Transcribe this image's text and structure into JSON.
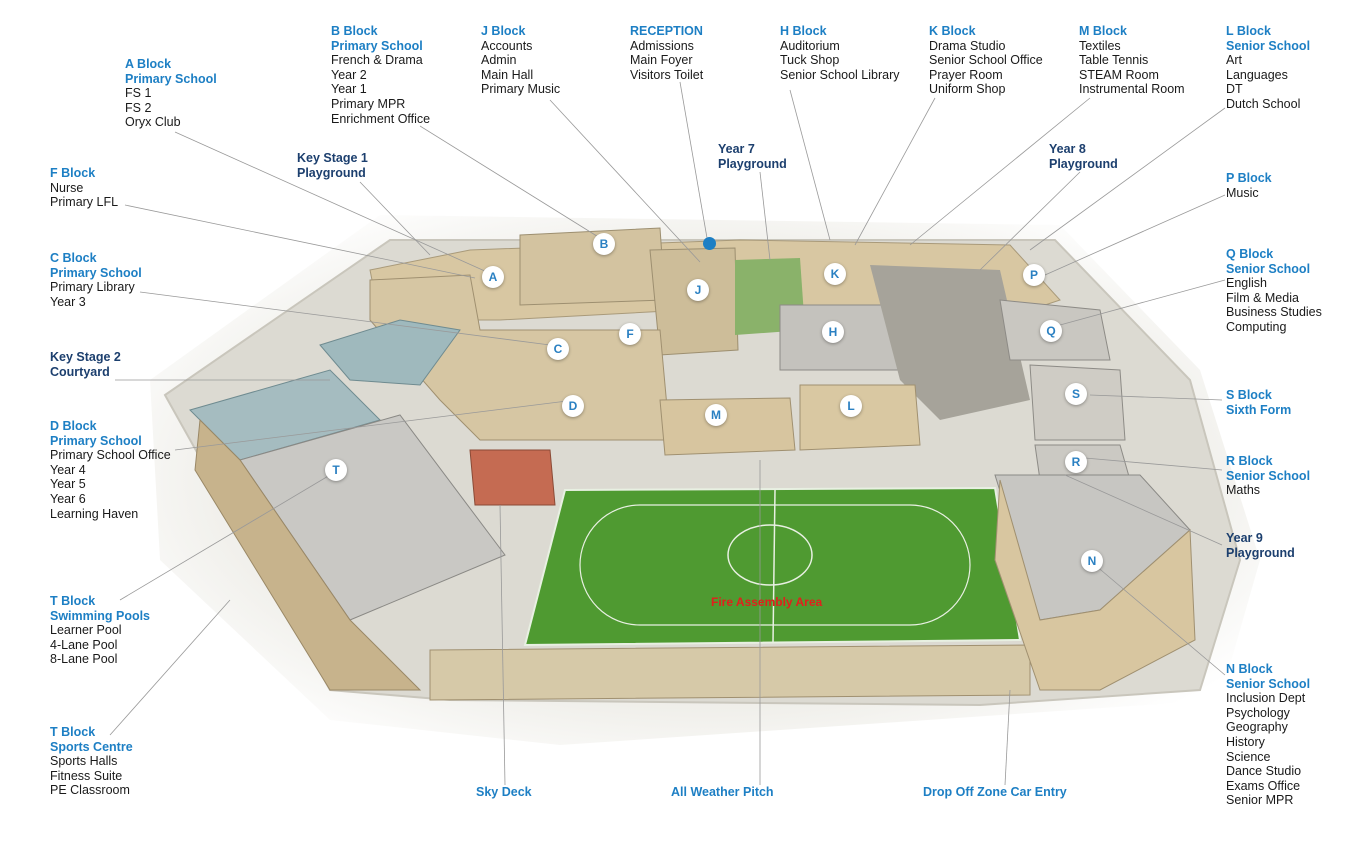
{
  "colors": {
    "block_heading": "#1d7fc4",
    "area_heading": "#1c3f6e",
    "assembly_text": "#e0201c",
    "pitch_green": "#4f9a31",
    "roof_grey": "#c8c8c4",
    "building_stone": "#d8c7a2"
  },
  "labels": [
    {
      "key": "a",
      "title": [
        "A Block",
        "Primary School"
      ],
      "items": [
        "FS 1",
        "FS 2",
        "Oryx Club"
      ]
    },
    {
      "key": "b",
      "title": [
        "B Block",
        "Primary School"
      ],
      "items": [
        "French & Drama",
        "Year 2",
        "Year 1",
        "Primary MPR",
        "Enrichment Office"
      ]
    },
    {
      "key": "j",
      "title": [
        "J Block"
      ],
      "items": [
        "Accounts",
        "Admin",
        "Main Hall",
        "Primary Music"
      ]
    },
    {
      "key": "reception",
      "title": [
        "RECEPTION"
      ],
      "items": [
        "Admissions",
        "Main Foyer",
        "Visitors Toilet"
      ]
    },
    {
      "key": "h",
      "title": [
        "H Block"
      ],
      "items": [
        "Auditorium",
        "Tuck Shop",
        "Senior School Library"
      ]
    },
    {
      "key": "k",
      "title": [
        "K Block"
      ],
      "items": [
        "Drama Studio",
        "Senior School Office",
        "Prayer Room",
        "Uniform Shop"
      ]
    },
    {
      "key": "m",
      "title": [
        "M Block"
      ],
      "items": [
        "Textiles",
        "Table Tennis",
        "STEAM Room",
        "Instrumental Room"
      ]
    },
    {
      "key": "l",
      "title": [
        "L Block",
        "Senior School"
      ],
      "items": [
        "Art",
        "Languages",
        "DT",
        "Dutch School"
      ]
    },
    {
      "key": "f",
      "title": [
        "F Block"
      ],
      "items": [
        "Nurse",
        "Primary LFL"
      ]
    },
    {
      "key": "ks1",
      "title": [
        "Key Stage 1",
        "Playground"
      ],
      "items": []
    },
    {
      "key": "y7",
      "title": [
        "Year 7",
        "Playground"
      ],
      "items": []
    },
    {
      "key": "y8",
      "title": [
        "Year 8",
        "Playground"
      ],
      "items": []
    },
    {
      "key": "p",
      "title": [
        "P Block"
      ],
      "items": [
        "Music"
      ]
    },
    {
      "key": "c",
      "title": [
        "C Block",
        "Primary School"
      ],
      "items": [
        "Primary Library",
        "Year 3"
      ]
    },
    {
      "key": "q",
      "title": [
        "Q Block",
        "Senior School"
      ],
      "items": [
        "English",
        "Film & Media",
        "Business Studies",
        "Computing"
      ]
    },
    {
      "key": "ks2",
      "title": [
        "Key Stage 2",
        "Courtyard"
      ],
      "items": []
    },
    {
      "key": "s",
      "title": [
        "S Block",
        "Sixth Form"
      ],
      "items": []
    },
    {
      "key": "d",
      "title": [
        "D Block",
        "Primary School"
      ],
      "items": [
        "Primary School Office",
        "Year 4",
        "Year 5",
        "Year 6",
        "Learning Haven"
      ]
    },
    {
      "key": "r",
      "title": [
        "R Block",
        "Senior School"
      ],
      "items": [
        "Maths"
      ]
    },
    {
      "key": "y9",
      "title": [
        "Year 9",
        "Playground"
      ],
      "items": []
    },
    {
      "key": "tpools",
      "title": [
        "T Block",
        "Swimming Pools"
      ],
      "items": [
        "Learner Pool",
        "4-Lane Pool",
        "8-Lane Pool"
      ]
    },
    {
      "key": "n",
      "title": [
        "N Block",
        "Senior School"
      ],
      "items": [
        "Inclusion Dept",
        "Psychology",
        "Geography",
        "History",
        "Science",
        "Dance Studio",
        "Exams Office",
        "Senior MPR"
      ]
    },
    {
      "key": "tsports",
      "title": [
        "T Block",
        "Sports Centre"
      ],
      "items": [
        "Sports Halls",
        "Fitness Suite",
        "PE Classroom"
      ]
    },
    {
      "key": "skydeck",
      "title": [
        "Sky Deck"
      ],
      "items": []
    },
    {
      "key": "pitch",
      "title": [
        "All Weather Pitch"
      ],
      "items": []
    },
    {
      "key": "dropoff",
      "title": [
        "Drop Off Zone Car Entry"
      ],
      "items": []
    }
  ],
  "markers": [
    "A",
    "B",
    "J",
    "K",
    "P",
    "F",
    "C",
    "H",
    "Q",
    "S",
    "D",
    "M",
    "L",
    "R",
    "T",
    "N"
  ],
  "fire_assembly": "Fire Assembly Area"
}
